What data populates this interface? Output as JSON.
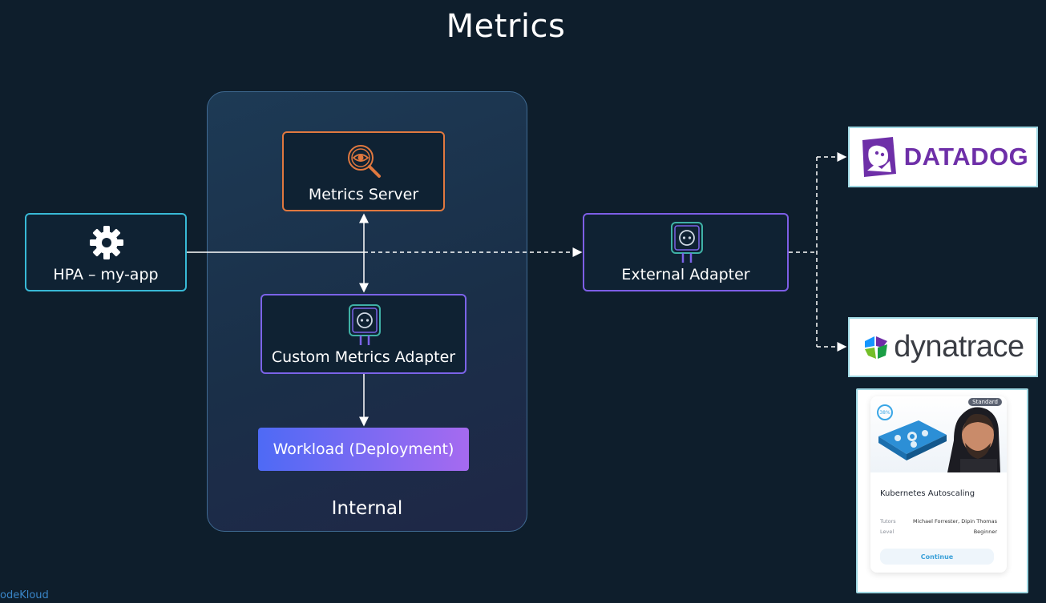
{
  "title": "Metrics",
  "internal": {
    "label": "Internal"
  },
  "nodes": {
    "hpa": {
      "label": "HPA – my-app",
      "icon": "gear-icon"
    },
    "metrics_server": {
      "label": "Metrics Server",
      "icon": "magnifier-eye-icon"
    },
    "custom_metrics_adapter": {
      "label": "Custom Metrics Adapter",
      "icon": "adapter-plug-icon"
    },
    "workload": {
      "label": "Workload (Deployment)"
    },
    "external_adapter": {
      "label": "External Adapter",
      "icon": "adapter-plug-icon"
    }
  },
  "providers": {
    "datadog": {
      "label": "DATADOG",
      "icon": "datadog-dog-icon"
    },
    "dynatrace": {
      "label": "dynatrace",
      "icon": "dynatrace-icon"
    }
  },
  "course_card": {
    "badge": "Standard",
    "progress": "38%",
    "title": "Kubernetes Autoscaling",
    "tutors_label": "Tutors",
    "tutors_value": "Michael Forrester, Dipin Thomas",
    "level_label": "Level",
    "level_value": "Beginner",
    "continue_label": "Continue"
  },
  "brand": "odeKloud",
  "colors": {
    "background": "#0e1e2c",
    "hpa_border": "#38b9d6",
    "metrics_server_border": "#e0783f",
    "adapter_border": "#7b63e8",
    "workload_gradient_start": "#4e6af5",
    "workload_gradient_end": "#a66af0",
    "datadog_purple": "#6e2fa8"
  }
}
